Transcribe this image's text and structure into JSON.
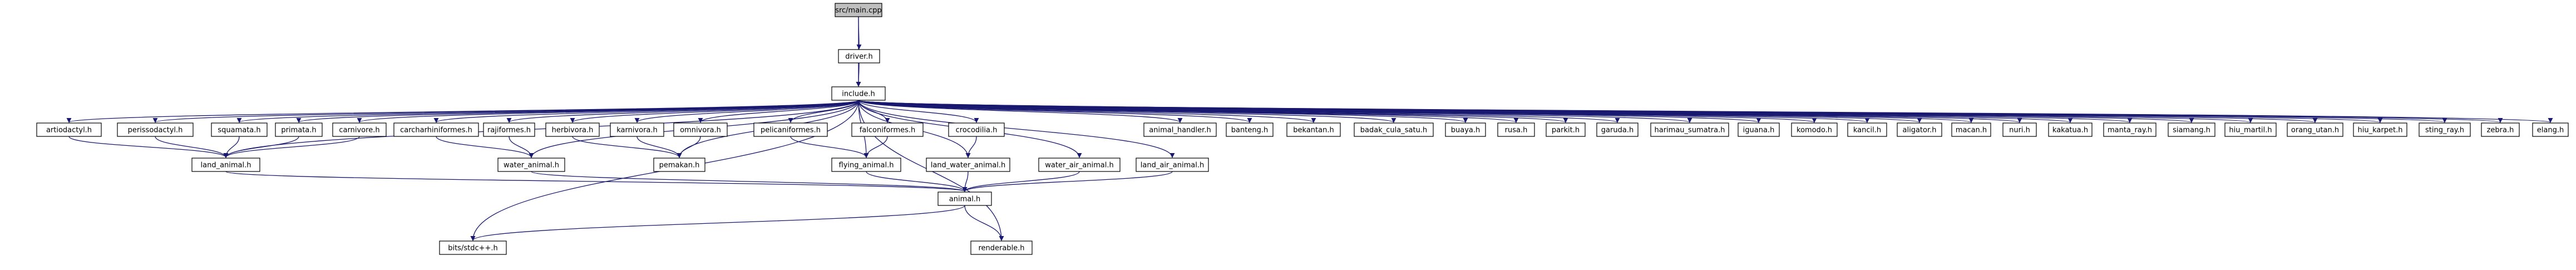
{
  "graph": {
    "colors": {
      "root_fill": "#bfbfbf",
      "node_fill": "#ffffff",
      "border": "#000000",
      "missing_border": "#ff0000",
      "missing_text_border": "#bfbfbf",
      "edge": "#191970"
    },
    "nodes": [
      {
        "id": "main",
        "label": "src/main.cpp",
        "kind": "root"
      },
      {
        "id": "driver",
        "label": "driver.h",
        "kind": "normal"
      },
      {
        "id": "include",
        "label": "include.h",
        "kind": "missing"
      },
      {
        "id": "artiodactyl",
        "label": "artiodactyl.h",
        "kind": "normal"
      },
      {
        "id": "perissodactyl",
        "label": "perissodactyl.h",
        "kind": "normal"
      },
      {
        "id": "squamata",
        "label": "squamata.h",
        "kind": "normal"
      },
      {
        "id": "primata",
        "label": "primata.h",
        "kind": "normal"
      },
      {
        "id": "carnivore",
        "label": "carnivore.h",
        "kind": "normal"
      },
      {
        "id": "carcharhiniformes",
        "label": "carcharhiniformes.h",
        "kind": "normal"
      },
      {
        "id": "rajiformes",
        "label": "rajiformes.h",
        "kind": "normal"
      },
      {
        "id": "herbivora",
        "label": "herbivora.h",
        "kind": "normal"
      },
      {
        "id": "karnivora",
        "label": "karnivora.h",
        "kind": "normal"
      },
      {
        "id": "omnivora",
        "label": "omnivora.h",
        "kind": "normal"
      },
      {
        "id": "pelicaniformes",
        "label": "pelicaniformes.h",
        "kind": "normal"
      },
      {
        "id": "falconiformes",
        "label": "falconiformes.h",
        "kind": "normal"
      },
      {
        "id": "crocodilia",
        "label": "crocodilia.h",
        "kind": "normal"
      },
      {
        "id": "animal_handler",
        "label": "animal_handler.h",
        "kind": "normal"
      },
      {
        "id": "banteng",
        "label": "banteng.h",
        "kind": "normal"
      },
      {
        "id": "bekantan",
        "label": "bekantan.h",
        "kind": "normal"
      },
      {
        "id": "badak",
        "label": "badak_cula_satu.h",
        "kind": "normal"
      },
      {
        "id": "buaya",
        "label": "buaya.h",
        "kind": "normal"
      },
      {
        "id": "rusa",
        "label": "rusa.h",
        "kind": "normal"
      },
      {
        "id": "parkit",
        "label": "parkit.h",
        "kind": "normal"
      },
      {
        "id": "garuda",
        "label": "garuda.h",
        "kind": "normal"
      },
      {
        "id": "harimau",
        "label": "harimau_sumatra.h",
        "kind": "normal"
      },
      {
        "id": "iguana",
        "label": "iguana.h",
        "kind": "normal"
      },
      {
        "id": "komodo",
        "label": "komodo.h",
        "kind": "normal"
      },
      {
        "id": "kancil",
        "label": "kancil.h",
        "kind": "normal"
      },
      {
        "id": "aligator",
        "label": "aligator.h",
        "kind": "normal"
      },
      {
        "id": "macan",
        "label": "macan.h",
        "kind": "normal"
      },
      {
        "id": "nuri",
        "label": "nuri.h",
        "kind": "normal"
      },
      {
        "id": "kakatua",
        "label": "kakatua.h",
        "kind": "normal"
      },
      {
        "id": "manta",
        "label": "manta_ray.h",
        "kind": "normal"
      },
      {
        "id": "siamang",
        "label": "siamang.h",
        "kind": "normal"
      },
      {
        "id": "hiu_martil",
        "label": "hiu_martil.h",
        "kind": "normal"
      },
      {
        "id": "orang_utan",
        "label": "orang_utan.h",
        "kind": "normal"
      },
      {
        "id": "hiu_karpet",
        "label": "hiu_karpet.h",
        "kind": "normal"
      },
      {
        "id": "sting_ray",
        "label": "sting_ray.h",
        "kind": "normal"
      },
      {
        "id": "zebra",
        "label": "zebra.h",
        "kind": "normal"
      },
      {
        "id": "elang",
        "label": "elang.h",
        "kind": "normal"
      },
      {
        "id": "land_animal",
        "label": "land_animal.h",
        "kind": "normal"
      },
      {
        "id": "water_animal",
        "label": "water_animal.h",
        "kind": "normal"
      },
      {
        "id": "pemakan",
        "label": "pemakan.h",
        "kind": "normal"
      },
      {
        "id": "flying_animal",
        "label": "flying_animal.h",
        "kind": "normal"
      },
      {
        "id": "land_water_animal",
        "label": "land_water_animal.h",
        "kind": "normal"
      },
      {
        "id": "water_air_animal",
        "label": "water_air_animal.h",
        "kind": "normal"
      },
      {
        "id": "land_air_animal",
        "label": "land_air_animal.h",
        "kind": "normal"
      },
      {
        "id": "animal",
        "label": "animal.h",
        "kind": "normal"
      },
      {
        "id": "bits",
        "label": "bits/stdc++.h",
        "kind": "missing_text"
      },
      {
        "id": "renderable",
        "label": "renderable.h",
        "kind": "normal"
      }
    ],
    "edges": [
      [
        "main",
        "driver"
      ],
      [
        "main",
        "include"
      ],
      [
        "driver",
        "include"
      ],
      [
        "include",
        "artiodactyl"
      ],
      [
        "include",
        "perissodactyl"
      ],
      [
        "include",
        "squamata"
      ],
      [
        "include",
        "primata"
      ],
      [
        "include",
        "carnivore"
      ],
      [
        "include",
        "carcharhiniformes"
      ],
      [
        "include",
        "rajiformes"
      ],
      [
        "include",
        "herbivora"
      ],
      [
        "include",
        "karnivora"
      ],
      [
        "include",
        "omnivora"
      ],
      [
        "include",
        "pelicaniformes"
      ],
      [
        "include",
        "falconiformes"
      ],
      [
        "include",
        "crocodilia"
      ],
      [
        "include",
        "water_air_animal"
      ],
      [
        "include",
        "land_air_animal"
      ],
      [
        "include",
        "animal_handler"
      ],
      [
        "include",
        "banteng"
      ],
      [
        "include",
        "bekantan"
      ],
      [
        "include",
        "badak"
      ],
      [
        "include",
        "buaya"
      ],
      [
        "include",
        "rusa"
      ],
      [
        "include",
        "parkit"
      ],
      [
        "include",
        "garuda"
      ],
      [
        "include",
        "harimau"
      ],
      [
        "include",
        "iguana"
      ],
      [
        "include",
        "komodo"
      ],
      [
        "include",
        "kancil"
      ],
      [
        "include",
        "aligator"
      ],
      [
        "include",
        "macan"
      ],
      [
        "include",
        "nuri"
      ],
      [
        "include",
        "kakatua"
      ],
      [
        "include",
        "manta"
      ],
      [
        "include",
        "siamang"
      ],
      [
        "include",
        "hiu_martil"
      ],
      [
        "include",
        "orang_utan"
      ],
      [
        "include",
        "hiu_karpet"
      ],
      [
        "include",
        "sting_ray"
      ],
      [
        "include",
        "zebra"
      ],
      [
        "include",
        "elang"
      ],
      [
        "include",
        "land_animal"
      ],
      [
        "include",
        "water_animal"
      ],
      [
        "include",
        "pemakan"
      ],
      [
        "include",
        "flying_animal"
      ],
      [
        "include",
        "land_water_animal"
      ],
      [
        "include",
        "bits"
      ],
      [
        "include",
        "renderable"
      ],
      [
        "artiodactyl",
        "land_animal"
      ],
      [
        "perissodactyl",
        "land_animal"
      ],
      [
        "squamata",
        "land_animal"
      ],
      [
        "primata",
        "land_animal"
      ],
      [
        "carnivore",
        "land_animal"
      ],
      [
        "carcharhiniformes",
        "water_animal"
      ],
      [
        "rajiformes",
        "water_animal"
      ],
      [
        "herbivora",
        "pemakan"
      ],
      [
        "karnivora",
        "pemakan"
      ],
      [
        "omnivora",
        "pemakan"
      ],
      [
        "pelicaniformes",
        "flying_animal"
      ],
      [
        "falconiformes",
        "flying_animal"
      ],
      [
        "crocodilia",
        "land_water_animal"
      ],
      [
        "land_animal",
        "animal"
      ],
      [
        "water_animal",
        "animal"
      ],
      [
        "flying_animal",
        "animal"
      ],
      [
        "land_water_animal",
        "animal"
      ],
      [
        "water_air_animal",
        "animal"
      ],
      [
        "land_air_animal",
        "animal"
      ],
      [
        "animal",
        "bits"
      ],
      [
        "animal",
        "renderable"
      ]
    ]
  }
}
